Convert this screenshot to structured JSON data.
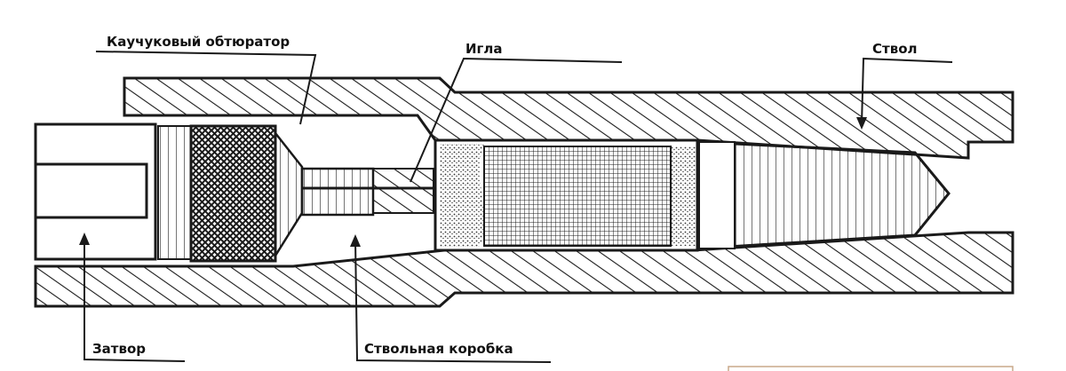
{
  "labels": {
    "obturator": "Каучуковый обтюратор",
    "needle": "Игла",
    "barrel": "Ствол",
    "bolt": "Затвор",
    "receiver": "Ствольная коробка"
  },
  "colors": {
    "ink": "#1a1a1a",
    "background": "#ffffff",
    "frame": "#c9a88a"
  }
}
